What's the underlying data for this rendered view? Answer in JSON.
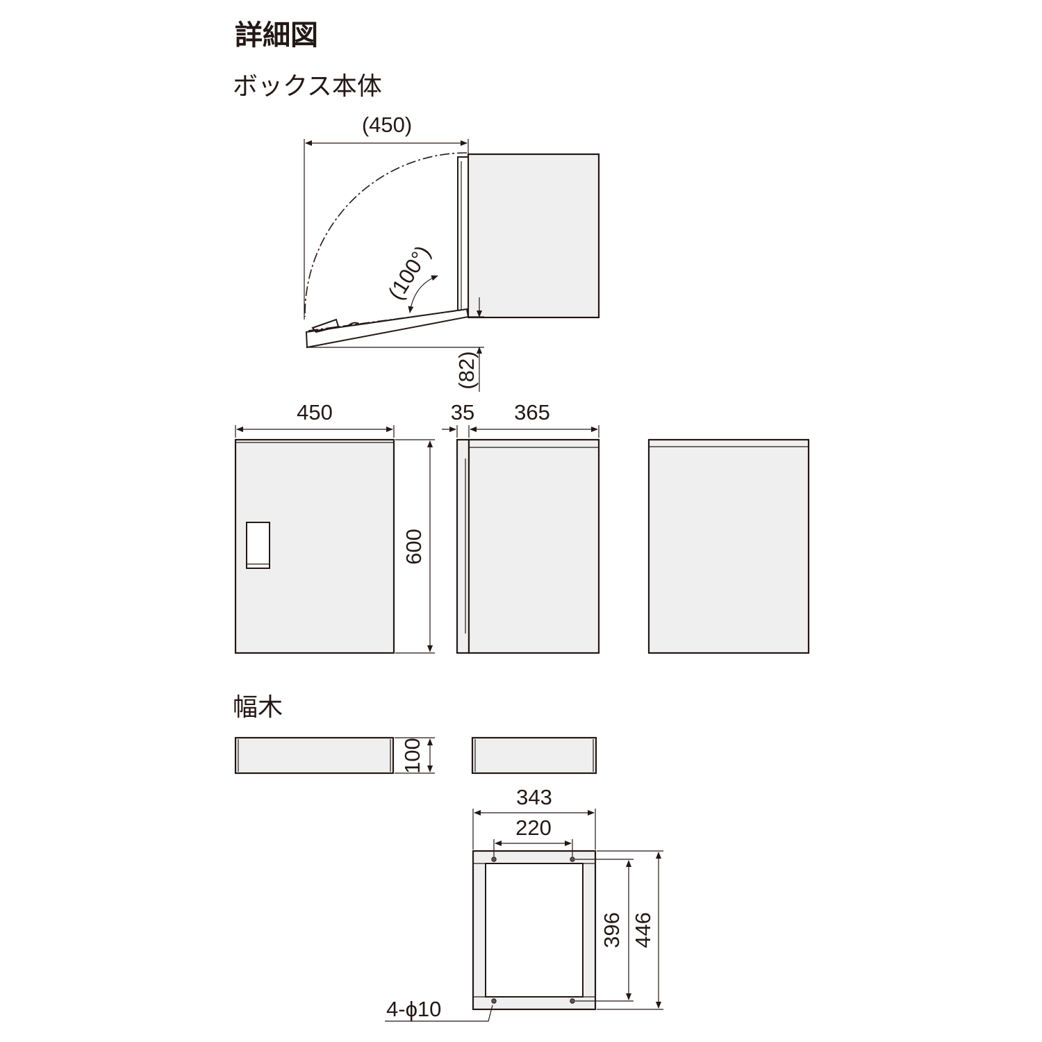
{
  "title": "詳細図",
  "sections": {
    "box": "ボックス本体",
    "plinth": "幅木"
  },
  "dimensions": {
    "open_width": "(450)",
    "open_angle": "(100°)",
    "open_offset": "(82)",
    "front_width": "450",
    "front_height": "600",
    "side_door_depth": "35",
    "side_body_depth": "365",
    "plinth_height": "100",
    "plinth_outer_width": "343",
    "plinth_hole_pitch_x": "220",
    "plinth_hole_pitch_y": "396",
    "plinth_outer_depth": "446",
    "plinth_holes": "4-ϕ10"
  },
  "colors": {
    "line": "#231815",
    "fill": "#f0efef"
  }
}
